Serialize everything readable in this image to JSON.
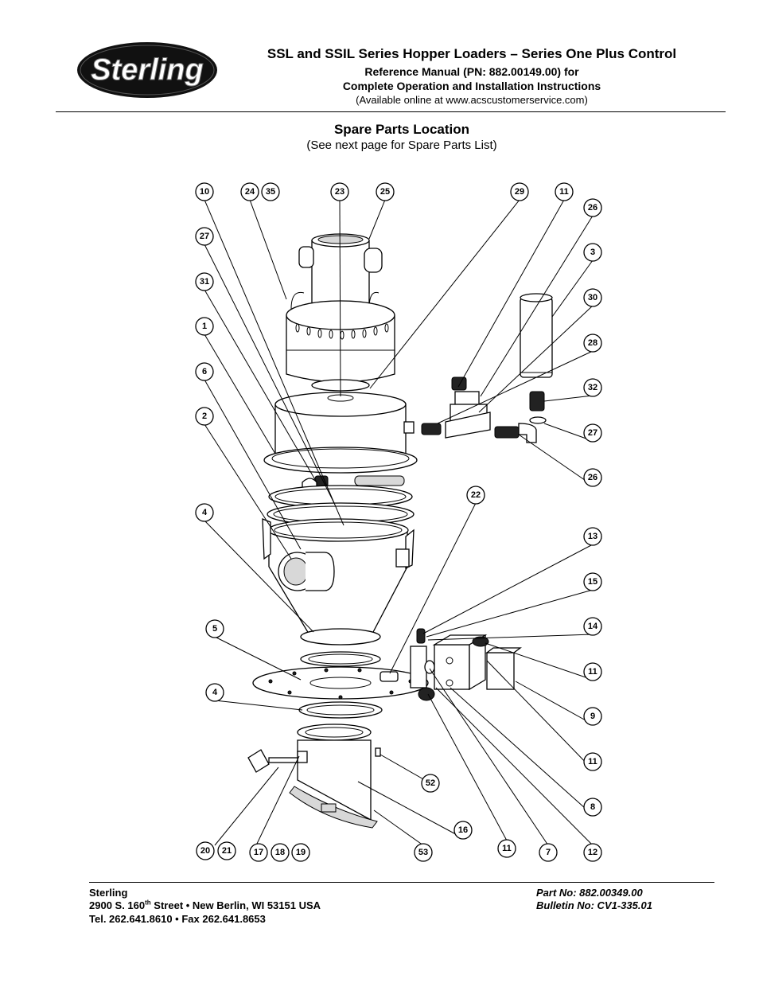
{
  "header": {
    "logo_text": "Sterling",
    "title": "SSL and SSIL Series Hopper Loaders – Series One Plus Control",
    "reference": "Reference Manual (PN: 882.00149.00) for",
    "complete": "Complete Operation and Installation Instructions",
    "available": "(Available online at www.acscustomerservice.com)"
  },
  "section": {
    "title": "Spare Parts Location",
    "subtitle": "(See next page for Spare Parts List)"
  },
  "callouts": [
    {
      "id": "c10",
      "label": "10"
    },
    {
      "id": "c24",
      "label": "24"
    },
    {
      "id": "c35",
      "label": "35"
    },
    {
      "id": "c23",
      "label": "23"
    },
    {
      "id": "c25",
      "label": "25"
    },
    {
      "id": "c29",
      "label": "29"
    },
    {
      "id": "c11a",
      "label": "11"
    },
    {
      "id": "c26a",
      "label": "26"
    },
    {
      "id": "c27a",
      "label": "27"
    },
    {
      "id": "c3",
      "label": "3"
    },
    {
      "id": "c31",
      "label": "31"
    },
    {
      "id": "c30",
      "label": "30"
    },
    {
      "id": "c1",
      "label": "1"
    },
    {
      "id": "c28",
      "label": "28"
    },
    {
      "id": "c6",
      "label": "6"
    },
    {
      "id": "c32",
      "label": "32"
    },
    {
      "id": "c2",
      "label": "2"
    },
    {
      "id": "c27b",
      "label": "27"
    },
    {
      "id": "c26b",
      "label": "26"
    },
    {
      "id": "c22",
      "label": "22"
    },
    {
      "id": "c4a",
      "label": "4"
    },
    {
      "id": "c13",
      "label": "13"
    },
    {
      "id": "c15",
      "label": "15"
    },
    {
      "id": "c5",
      "label": "5"
    },
    {
      "id": "c14",
      "label": "14"
    },
    {
      "id": "c11b",
      "label": "11"
    },
    {
      "id": "c4b",
      "label": "4"
    },
    {
      "id": "c9",
      "label": "9"
    },
    {
      "id": "c11c",
      "label": "11"
    },
    {
      "id": "c52",
      "label": "52"
    },
    {
      "id": "c8",
      "label": "8"
    },
    {
      "id": "c16",
      "label": "16"
    },
    {
      "id": "c20",
      "label": "20"
    },
    {
      "id": "c21",
      "label": "21"
    },
    {
      "id": "c17",
      "label": "17"
    },
    {
      "id": "c18",
      "label": "18"
    },
    {
      "id": "c19",
      "label": "19"
    },
    {
      "id": "c53",
      "label": "53"
    },
    {
      "id": "c11d",
      "label": "11"
    },
    {
      "id": "c7",
      "label": "7"
    },
    {
      "id": "c12",
      "label": "12"
    }
  ],
  "footer": {
    "company": "Sterling",
    "address_pre": "2900 S. 160",
    "address_sup": "th",
    "address_post": " Street • New Berlin, WI 53151 USA",
    "tel": "Tel. 262.641.8610 • Fax 262.641.8653",
    "part_no": "Part No:  882.00349.00",
    "bulletin_no": "Bulletin No: CV1-335.01"
  }
}
